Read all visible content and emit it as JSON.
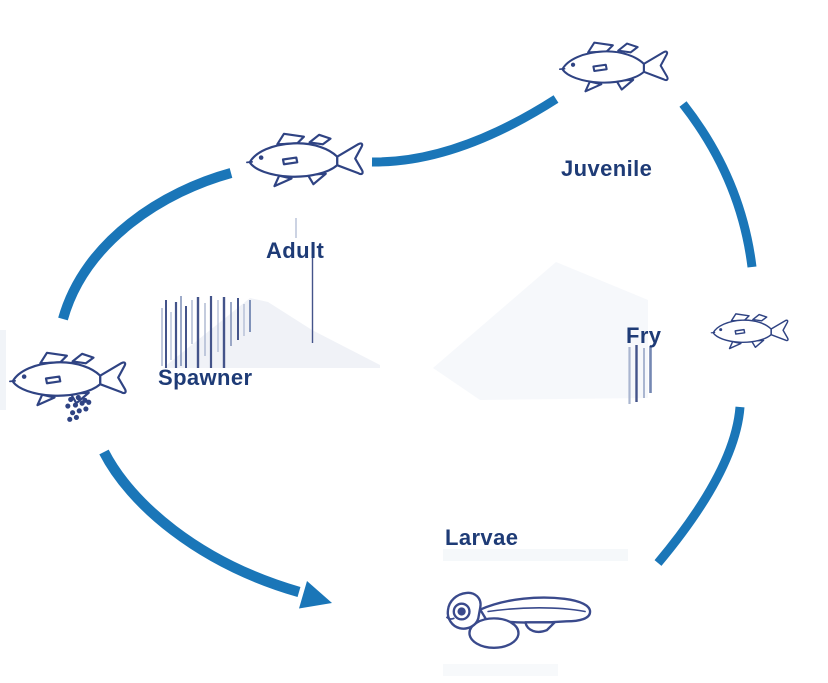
{
  "diagram": {
    "stages": {
      "adult": {
        "label": "Adult"
      },
      "juvenile": {
        "label": "Juvenile"
      },
      "fry": {
        "label": "Fry"
      },
      "larvae": {
        "label": "Larvae"
      },
      "spawner": {
        "label": "Spawner"
      }
    },
    "cycle_order": [
      "Spawner",
      "Larvae",
      "Fry",
      "Juvenile",
      "Adult"
    ],
    "colors": {
      "arrow_blue": "#1a76b8",
      "label_navy": "#1e3b76",
      "fish_outline": "#2f4383",
      "larva_outline": "#3a4a8c"
    },
    "icons": [
      "adult-fish-icon",
      "juvenile-fish-icon",
      "fry-fish-icon",
      "spawner-fish-with-eggs-icon",
      "larva-icon",
      "cycle-arrow-icon"
    ]
  }
}
